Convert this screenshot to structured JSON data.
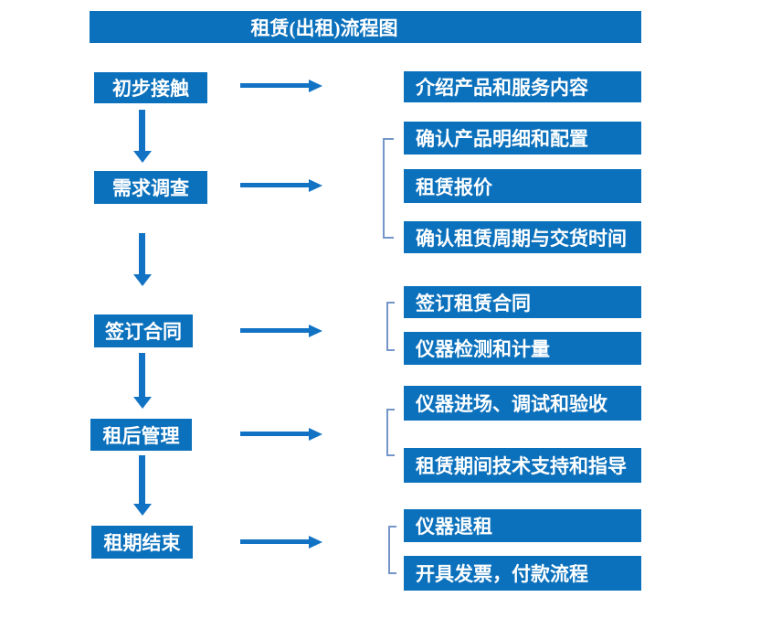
{
  "title": "租赁(出租)流程图",
  "colors": {
    "box_blue": "#0c71bc",
    "arrow_blue": "#1273c4",
    "bracket_blue": "#7495c9",
    "text_white": "#ffffff",
    "background": "#ffffff"
  },
  "flow": {
    "steps": [
      {
        "label": "初步接触",
        "details": [
          "介绍产品和服务内容"
        ]
      },
      {
        "label": "需求调查",
        "details": [
          "确认产品明细和配置",
          "租赁报价",
          "确认租赁周期与交货时间"
        ]
      },
      {
        "label": "签订合同",
        "details": [
          "签订租赁合同",
          "仪器检测和计量"
        ]
      },
      {
        "label": "租后管理",
        "details": [
          "仪器进场、调试和验收",
          "租赁期间技术支持和指导"
        ]
      },
      {
        "label": "租期结束",
        "details": [
          "仪器退租",
          "开具发票，付款流程"
        ]
      }
    ]
  }
}
